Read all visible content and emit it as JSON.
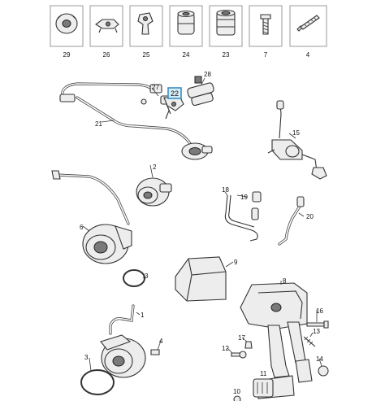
{
  "thumbnails": [
    {
      "label": "29",
      "icon": "bearing-sleeve-icon"
    },
    {
      "label": "26",
      "icon": "clip-icon"
    },
    {
      "label": "25",
      "icon": "bracket-clip-icon"
    },
    {
      "label": "24",
      "icon": "grommet-icon"
    },
    {
      "label": "23",
      "icon": "cylinder-seal-icon"
    },
    {
      "label": "7",
      "icon": "bolt-icon"
    },
    {
      "label": "4",
      "icon": "screw-icon"
    }
  ],
  "callouts": {
    "c21": "21",
    "c27": "27",
    "c22": "22",
    "c28": "28",
    "c15": "15",
    "c2": "2",
    "c18": "18",
    "c19": "19",
    "c20": "20",
    "c6": "6",
    "c3a": "3",
    "c9": "9",
    "c8": "8",
    "c1": "1",
    "c16": "16",
    "c4": "4",
    "c17": "17",
    "c12": "12",
    "c13": "13",
    "c14": "14",
    "c3b": "3",
    "c11": "11",
    "c10": "10"
  },
  "highlight": "22",
  "colors": {
    "highlight_fill": "#d6ecf7",
    "highlight_stroke": "#3a8fc2"
  }
}
